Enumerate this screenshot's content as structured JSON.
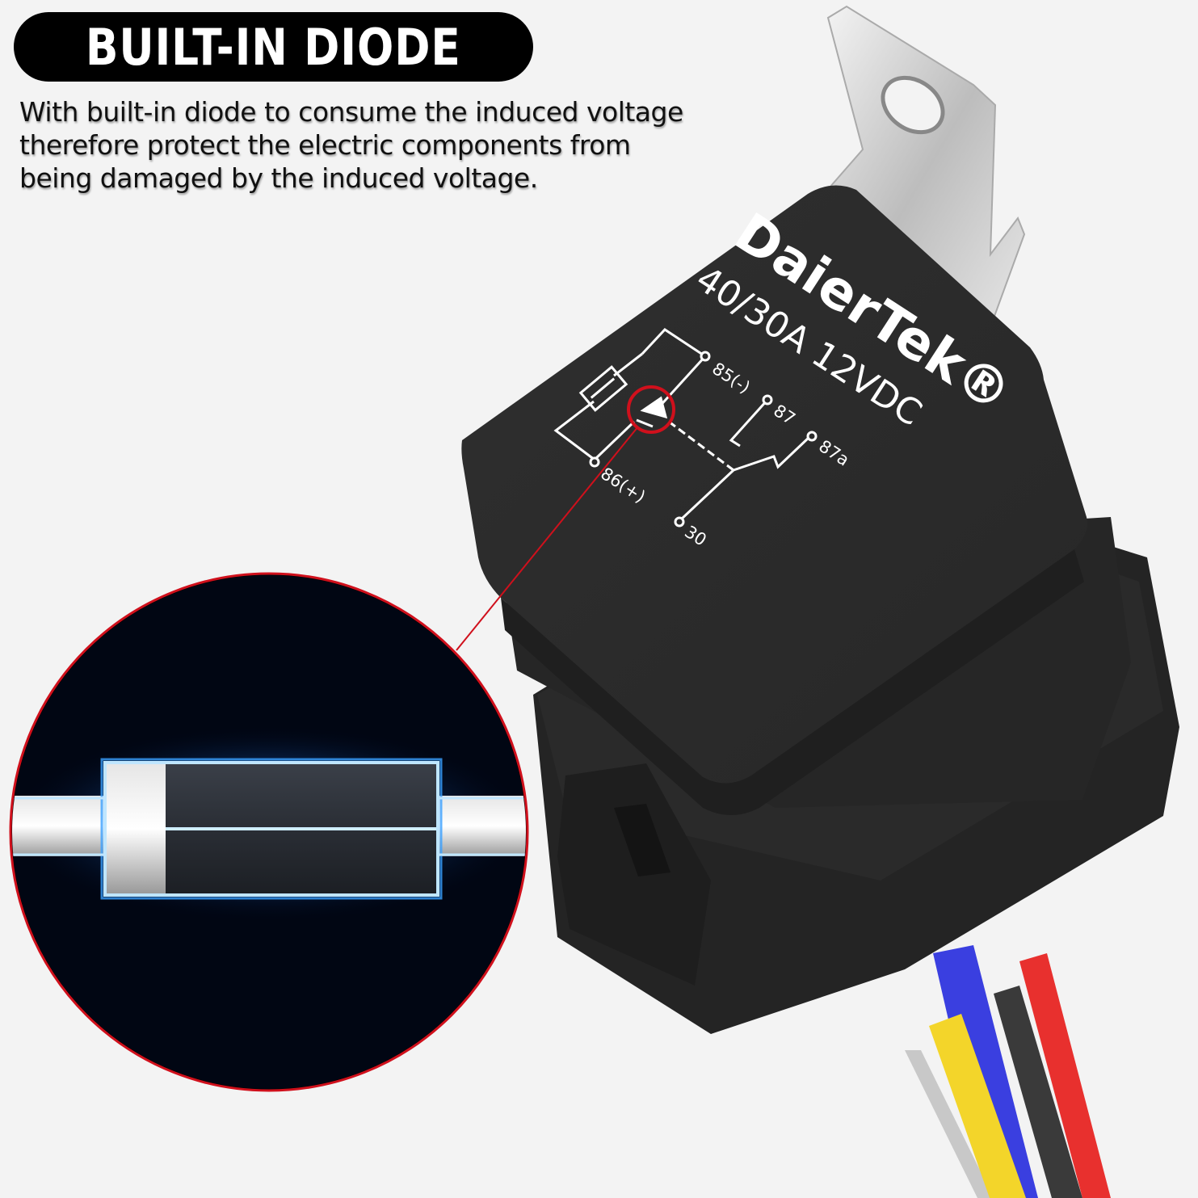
{
  "header": {
    "title": "BUILT-IN DIODE",
    "description_lines": [
      "With built-in diode to consume the induced voltage",
      "therefore protect the electric components from",
      "being damaged by the induced voltage."
    ]
  },
  "product": {
    "brand": "DaierTek®",
    "rating": "40/30A 12VDC",
    "terminals": {
      "t85": "85(-)",
      "t86": "86(+)",
      "t87": "87",
      "t87a": "87a",
      "t30": "30"
    },
    "wire_colors": [
      "#3a3fe0",
      "#c8c8c8",
      "#f3d52a",
      "#3a3a3a",
      "#e8302e"
    ]
  },
  "colors": {
    "background": "#f3f3f3",
    "banner": "#000000",
    "relay_body": "#2b2b2b",
    "highlight_red": "#d0101c",
    "electric_blue": "#3aa0ff"
  },
  "callout": {
    "subject": "diode-closeup",
    "icon": "diode-icon"
  }
}
